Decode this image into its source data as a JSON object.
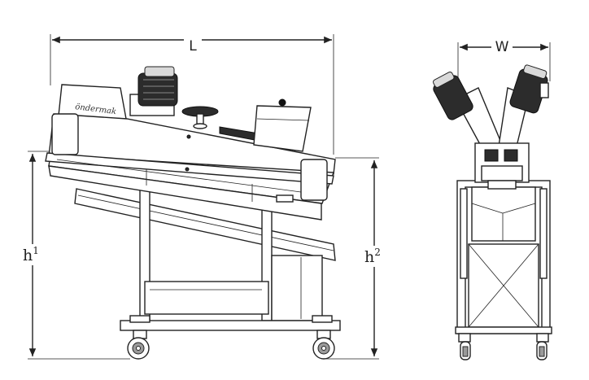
{
  "diagram": {
    "brand": "öndermak",
    "dimensions": {
      "length": "L",
      "width": "W",
      "height_1_base": "h",
      "height_1_sup": "1",
      "height_2_base": "h",
      "height_2_sup": "2"
    }
  }
}
